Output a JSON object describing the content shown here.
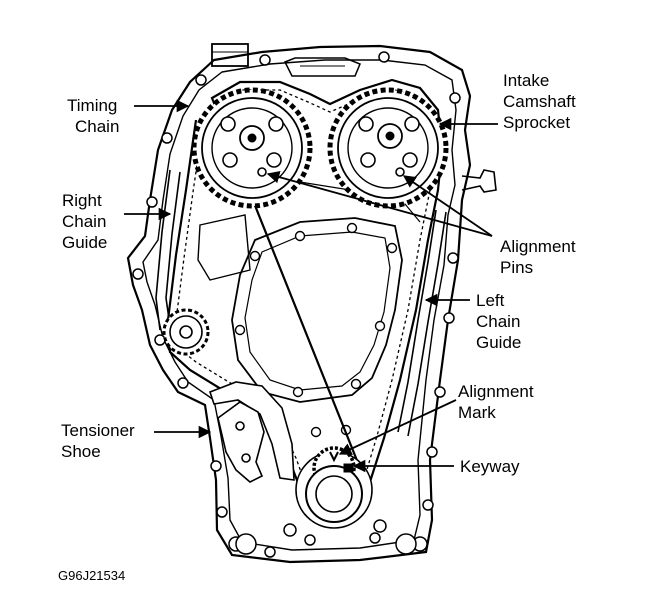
{
  "labels": {
    "timing_chain": [
      "Timing",
      "Chain"
    ],
    "intake_sprocket": [
      "Intake",
      "Camshaft",
      "Sprocket"
    ],
    "right_chain_guide": [
      "Right",
      "Chain",
      "Guide"
    ],
    "alignment_pins": [
      "Alignment",
      "Pins"
    ],
    "left_chain_guide": [
      "Left",
      "Chain",
      "Guide"
    ],
    "alignment_mark": [
      "Alignment",
      "Mark"
    ],
    "tensioner_shoe": [
      "Tensioner",
      "Shoe"
    ],
    "keyway": [
      "Keyway"
    ]
  },
  "figure_code": "G96J21534"
}
